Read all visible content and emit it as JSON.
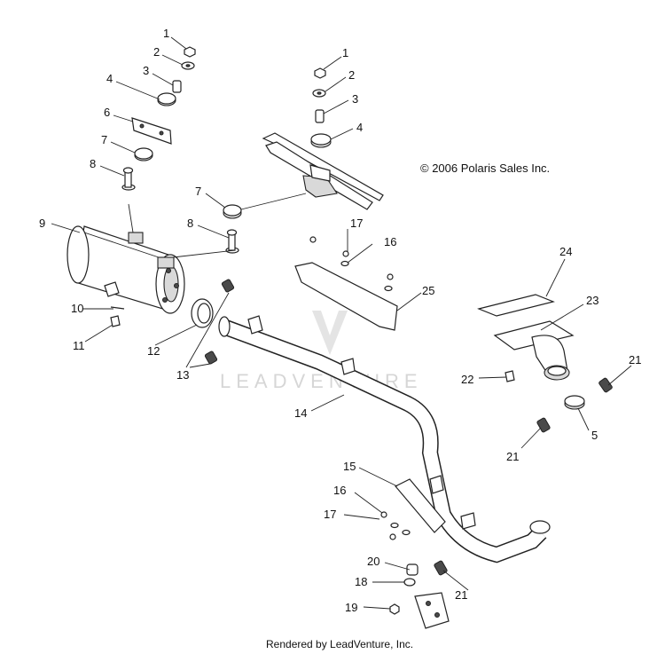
{
  "copyright": "© 2006 Polaris Sales Inc.",
  "footer": "Rendered by LeadVenture, Inc.",
  "watermark": "LEADVENTURE",
  "callouts": {
    "c1a": "1",
    "c2a": "2",
    "c3a": "3",
    "c4a": "4",
    "c6": "6",
    "c7a": "7",
    "c8a": "8",
    "c1b": "1",
    "c2b": "2",
    "c3b": "3",
    "c4b": "4",
    "c7b": "7",
    "c8b": "8",
    "c9": "9",
    "c10": "10",
    "c11": "11",
    "c12": "12",
    "c13": "13",
    "c17a": "17",
    "c16a": "16",
    "c25": "25",
    "c24": "24",
    "c23": "23",
    "c22": "22",
    "c21a": "21",
    "c21b": "21",
    "c5": "5",
    "c14": "14",
    "c15": "15",
    "c16b": "16",
    "c17b": "17",
    "c20": "20",
    "c18": "18",
    "c19": "19",
    "c21c": "21"
  }
}
